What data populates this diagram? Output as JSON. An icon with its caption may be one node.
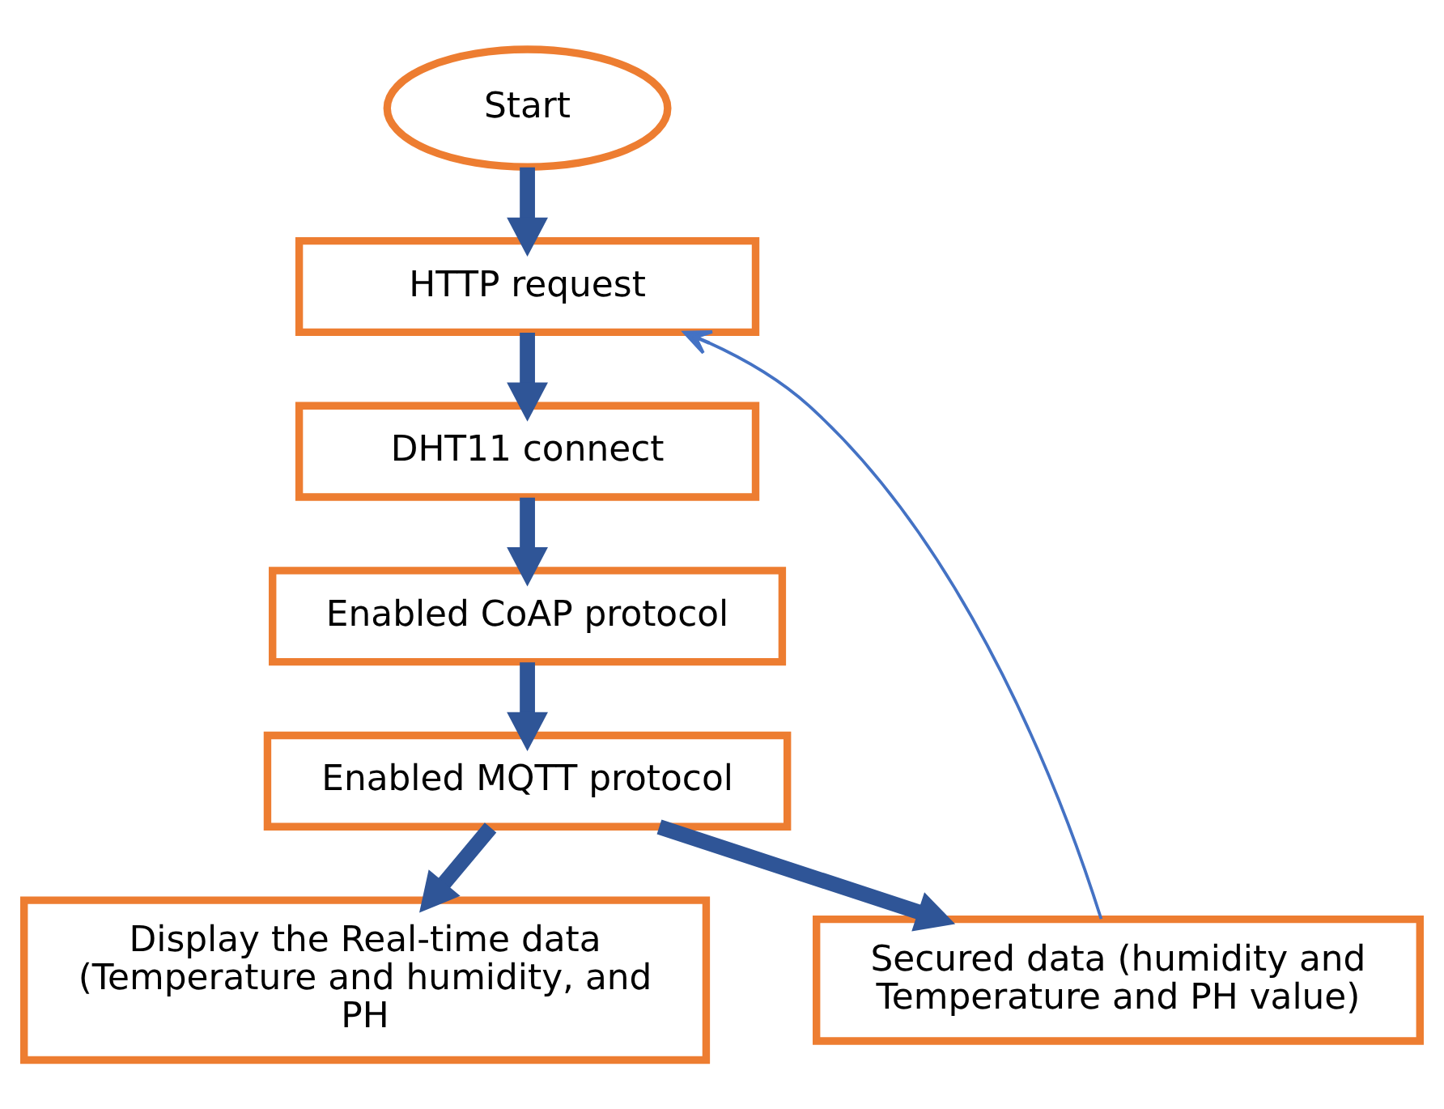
{
  "diagram": {
    "nodes": [
      {
        "text": [
          "Start"
        ]
      },
      {
        "text": [
          "HTTP request"
        ]
      },
      {
        "text": [
          "DHT11 connect"
        ]
      },
      {
        "text": [
          "Enabled CoAP protocol"
        ]
      },
      {
        "text": [
          "Enabled MQTT protocol"
        ]
      },
      {
        "text": [
          "Display the Real-time data (Temperature and humidity, and PH"
        ]
      },
      {
        "text": [
          "Secured data (humidity and Temperature and PH value)"
        ]
      }
    ],
    "edges": [
      {
        "from": 0,
        "to": 1,
        "arrow": "to"
      },
      {
        "from": 1,
        "to": 2,
        "arrow": "to"
      },
      {
        "from": 2,
        "to": 3,
        "arrow": "to"
      },
      {
        "from": 3,
        "to": 4,
        "arrow": "to"
      },
      {
        "from": 4,
        "to": 5,
        "arrow": "to"
      },
      {
        "from": 4,
        "to": 6,
        "arrow": "to"
      },
      {
        "from": 6,
        "to": 1,
        "arrow": "to",
        "color": "#4472c4"
      }
    ]
  }
}
